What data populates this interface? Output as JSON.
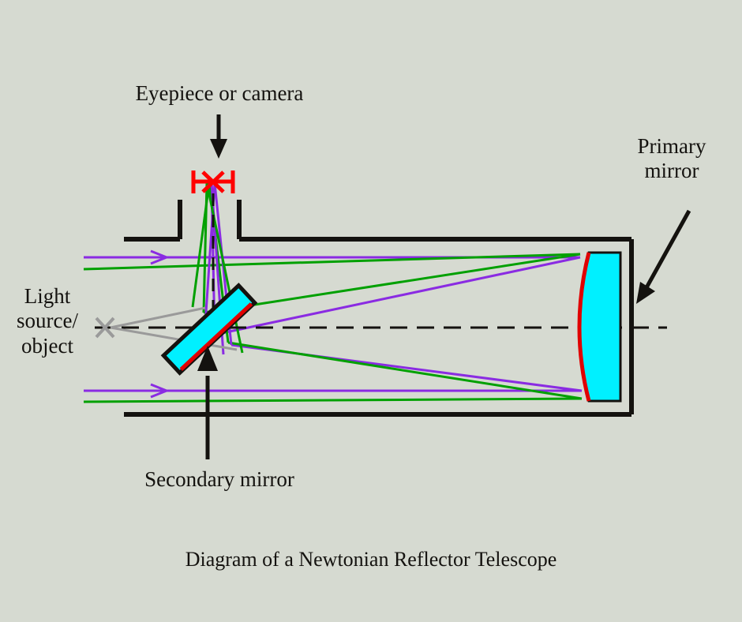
{
  "figure": {
    "caption": "Diagram of a Newtonian Reflector Telescope",
    "background_color": "#d6dad1",
    "ink_color": "#14120f"
  },
  "labels": {
    "eyepiece": "Eyepiece or camera",
    "primary_mirror": "Primary\nmirror",
    "primary_mirror_line1": "Primary",
    "primary_mirror_line2": "mirror",
    "light_source": "Light\nsource/\nobject",
    "light_source_line1": "Light",
    "light_source_line2": "source/",
    "light_source_line3": "object",
    "secondary_mirror": "Secondary mirror"
  },
  "colors": {
    "tube": "#14120f",
    "mirror_glass": "#00f0ff",
    "mirror_coating": "#e00000",
    "ray_violet": "#8a2be2",
    "ray_green": "#00a000",
    "virtual_ray": "#9a9a9a",
    "optical_axis": "#14120f",
    "focal_marker": "#ff0000",
    "arrow": "#14120f"
  },
  "components": [
    {
      "name": "telescope-tube",
      "kind": "enclosure"
    },
    {
      "name": "primary-mirror",
      "kind": "concave-mirror"
    },
    {
      "name": "secondary-mirror",
      "kind": "flat-diagonal-mirror"
    },
    {
      "name": "focuser-eyepiece-port",
      "kind": "aperture"
    },
    {
      "name": "focal-plane-marker",
      "kind": "focus-cross"
    },
    {
      "name": "optical-axis",
      "kind": "dashed-centerline"
    },
    {
      "name": "virtual-object-point",
      "kind": "cross-marker"
    }
  ],
  "rays": {
    "incoming_upper_violet": "horizontal parallel ray entering at top of tube",
    "incoming_upper_green": "slightly inclined parallel ray entering at top of tube",
    "incoming_lower_violet": "horizontal parallel ray entering at bottom of tube",
    "incoming_lower_green": "slightly inclined parallel ray entering at bottom of tube",
    "reflected_to_secondary": "converging beams from primary toward secondary",
    "reflected_to_focus": "beams folded upward into focuser to focal plane",
    "virtual_rays": "gray dashed construction rays back to object point"
  }
}
